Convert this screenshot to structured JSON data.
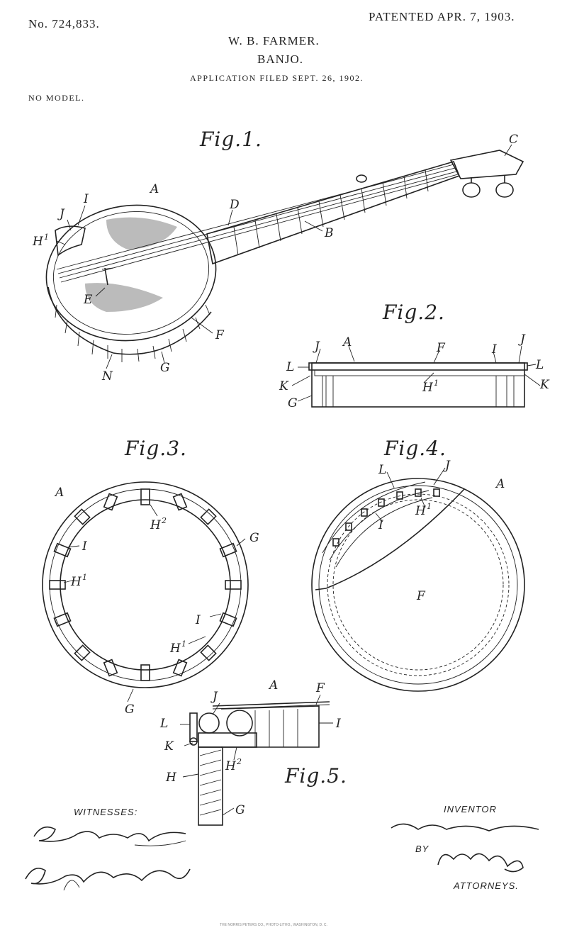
{
  "header": {
    "patent_number": "No. 724,833.",
    "patented_date": "PATENTED APR. 7, 1903.",
    "inventor_name": "W. B. FARMER.",
    "title": "BANJO.",
    "application": "APPLICATION FILED SEPT. 26, 1902.",
    "model": "NO MODEL."
  },
  "figures": {
    "fig1": "Fig.1.",
    "fig2": "Fig.2.",
    "fig3": "Fig.3.",
    "fig4": "Fig.4.",
    "fig5": "Fig.5."
  },
  "fig1_labels": [
    "C",
    "A",
    "I",
    "J",
    "H1",
    "D",
    "B",
    "E",
    "F",
    "N",
    "G"
  ],
  "fig2_labels": [
    "J",
    "A",
    "F",
    "I",
    "J",
    "L",
    "L",
    "K",
    "K",
    "H1",
    "G"
  ],
  "fig3_labels": [
    "A",
    "H2",
    "G",
    "I",
    "H1",
    "I",
    "H1",
    "G"
  ],
  "fig4_labels": [
    "L",
    "J",
    "A",
    "I",
    "H1",
    "F"
  ],
  "fig5_labels": [
    "A",
    "F",
    "J",
    "L",
    "I",
    "K",
    "H2",
    "H",
    "G"
  ],
  "footer": {
    "witnesses_label": "WITNESSES:",
    "witness_1": "Robert Head",
    "witness_2": "Rev.G. Ruth",
    "inventor_label": "INVENTOR",
    "inventor_signature": "William B. Farmer",
    "by_label": "BY",
    "attorneys_signature": "Munn & Co",
    "attorneys_label": "ATTORNEYS.",
    "imprint": "THE NORRIS PETERS CO., PHOTO-LITHO., WASHINGTON, D. C."
  }
}
